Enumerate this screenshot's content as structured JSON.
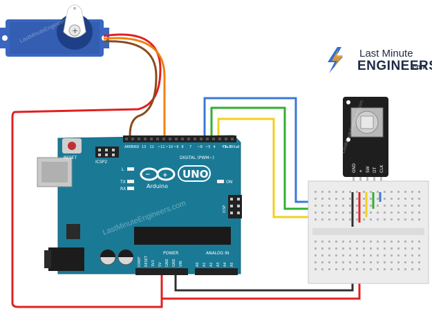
{
  "brand": {
    "line1": "Last Minute",
    "line2": "ENGINEERS",
    "suffix": ".com",
    "accent_color": "#f0a020"
  },
  "watermark": "LastMinuteEngineers.com",
  "arduino": {
    "logo_text": "Arduino",
    "model": "UNO",
    "board_color": "#1a7a96",
    "labels": {
      "reset": "RESET",
      "icsp2": "ICSP2",
      "icsp": "ICSP",
      "led_l": "L",
      "tx": "TX",
      "rx": "RX",
      "on": "ON",
      "digital": "DIGITAL (PWM~)",
      "power": "POWER",
      "analog": "ANALOG IN",
      "aref": "AREF",
      "gnd_top": "GND",
      "tx_pin": "TX▸1",
      "rx_pin": "RX◂0"
    },
    "digital_pins": [
      "13",
      "12",
      "~11",
      "~10",
      "~9",
      "8",
      "7",
      "~6",
      "~5",
      "4",
      "~3",
      "2"
    ],
    "power_pins": [
      "IOREF",
      "RESET",
      "3V3",
      "5V",
      "GND",
      "GND",
      "VIN"
    ],
    "analog_pins": [
      "A0",
      "A1",
      "A2",
      "A3",
      "A4",
      "A5"
    ]
  },
  "encoder": {
    "pins": [
      "GND",
      "+",
      "SW",
      "DT",
      "CLK"
    ]
  },
  "wires": {
    "red": "#e02020",
    "black": "#303030",
    "blue": "#3a78d8",
    "green": "#30b030",
    "yellow": "#f0d020",
    "orange": "#f08010",
    "brown": "#8a4a1a"
  },
  "icons": {
    "brand_logo": "lightning-bolt-icon",
    "servo": "servo-motor-icon"
  }
}
